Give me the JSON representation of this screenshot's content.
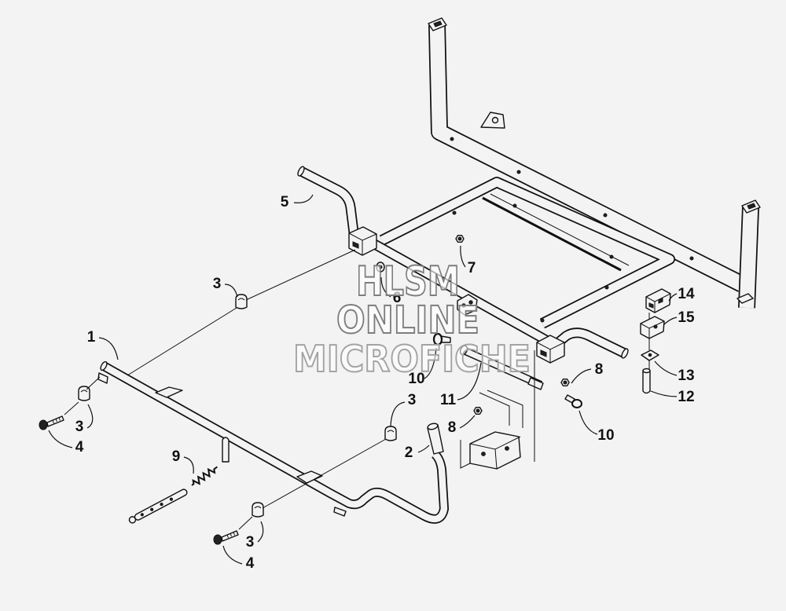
{
  "colors": {
    "background": "#f3f3f3",
    "line": "#111111",
    "watermark": "#7d7d7d",
    "watermark_light": "#a3a3a3"
  },
  "watermark": {
    "line1": "HLSM",
    "line2": "ONLINE",
    "line3": "MICROFICHE"
  },
  "callouts": [
    "1",
    "2",
    "3",
    "3",
    "3",
    "3",
    "4",
    "4",
    "5",
    "6",
    "7",
    "8",
    "8",
    "9",
    "10",
    "10",
    "11",
    "12",
    "13",
    "14",
    "15"
  ]
}
